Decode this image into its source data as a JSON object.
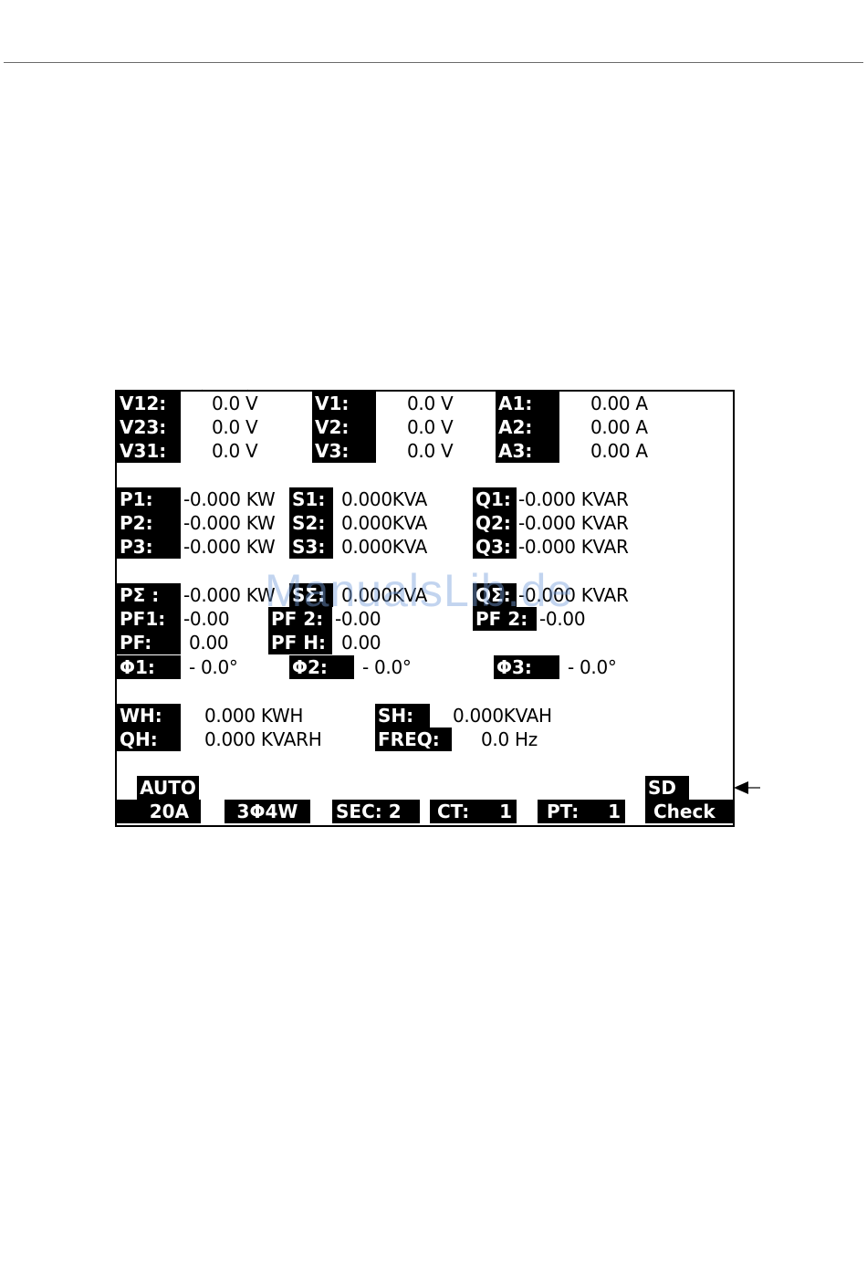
{
  "row1": {
    "v12": {
      "label": "V12:",
      "value": "0.0 V"
    },
    "v23": {
      "label": "V23:",
      "value": "0.0 V"
    },
    "v31": {
      "label": "V31:",
      "value": "0.0 V"
    },
    "v1": {
      "label": "V1:",
      "value": "0.0 V"
    },
    "v2": {
      "label": "V2:",
      "value": "0.0 V"
    },
    "v3": {
      "label": "V3:",
      "value": "0.0 V"
    },
    "a1": {
      "label": "A1:",
      "value": "0.00 A"
    },
    "a2": {
      "label": "A2:",
      "value": "0.00 A"
    },
    "a3": {
      "label": "A3:",
      "value": "0.00 A"
    }
  },
  "row2": {
    "p1": {
      "label": "P1:",
      "value": "-0.000 KW"
    },
    "p2": {
      "label": "P2:",
      "value": "-0.000 KW"
    },
    "p3": {
      "label": "P3:",
      "value": "-0.000 KW"
    },
    "s1": {
      "label": "S1:",
      "value": "0.000KVA"
    },
    "s2": {
      "label": "S2:",
      "value": "0.000KVA"
    },
    "s3": {
      "label": "S3:",
      "value": "0.000KVA"
    },
    "q1": {
      "label": "Q1:",
      "value": "-0.000 KVAR"
    },
    "q2": {
      "label": "Q2:",
      "value": "-0.000 KVAR"
    },
    "q3": {
      "label": "Q3:",
      "value": "-0.000 KVAR"
    }
  },
  "row3": {
    "psum": {
      "label": "PΣ :",
      "value": "-0.000 KW"
    },
    "ssum": {
      "label": "SΣ:",
      "value": "0.000KVA"
    },
    "qsum": {
      "label": "QΣ:",
      "value": "-0.000 KVAR"
    },
    "pf1": {
      "label": "PF1:",
      "value": "-0.00"
    },
    "pf2a": {
      "label": "PF 2:",
      "value": "-0.00"
    },
    "pf2b": {
      "label": "PF 2:",
      "value": "-0.00"
    },
    "pf": {
      "label": "PF:",
      "value": "0.00"
    },
    "pfh": {
      "label": "PF H:",
      "value": "0.00"
    },
    "phi1": {
      "label": "Φ1:",
      "value": "-  0.0°"
    },
    "phi2": {
      "label": "Φ2:",
      "value": "-  0.0°"
    },
    "phi3": {
      "label": "Φ3:",
      "value": "-  0.0°"
    }
  },
  "row4": {
    "wh": {
      "label": "WH:",
      "value": "0.000 KWH"
    },
    "qh": {
      "label": "QH:",
      "value": "0.000 KVARH"
    },
    "sh": {
      "label": "SH:",
      "value": "0.000KVAH"
    },
    "freq": {
      "label": "FREQ:",
      "value": "0.0 Hz"
    }
  },
  "status": {
    "auto": "AUTO",
    "range": "20A",
    "wiring": "3Φ4W",
    "sec": "SEC: 2",
    "ct_label": "CT:",
    "ct_value": "1",
    "pt_label": "PT:",
    "pt_value": "1",
    "sd": "SD",
    "check": "Check"
  },
  "watermark": "ManualsLib.de"
}
